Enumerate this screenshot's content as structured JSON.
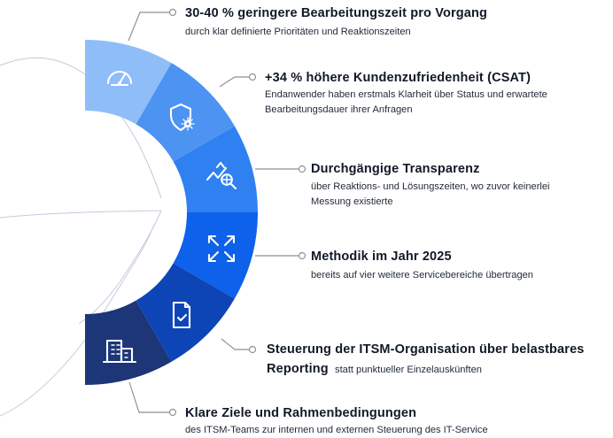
{
  "diagram": {
    "colors": {
      "segments": [
        "#8fbdf8",
        "#4c93f2",
        "#2f80f0",
        "#0d61ea",
        "#0d45b6",
        "#1c3677"
      ],
      "text": "#111827",
      "connector": "#8b8f98",
      "background_lines": "#b8c2d8"
    },
    "segments": [
      {
        "icon": "speedometer-icon",
        "title": "30-40 % geringere Bearbeitungszeit pro Vorgang",
        "description": "durch klar definierte Prioritäten und Reaktionszeiten"
      },
      {
        "icon": "shield-gear-icon",
        "title": "+34 % höhere Kundenzufriedenheit (CSAT)",
        "description_line1": "Endanwender haben erstmals Klarheit über Status und erwartete",
        "description_line2": "Bearbeitungsdauer ihrer Anfragen"
      },
      {
        "icon": "chart-search-icon",
        "title": "Durchgängige Transparenz",
        "description_line1": "über Reaktions- und Lösungszeiten, wo zuvor keinerlei",
        "description_line2": "Messung existierte"
      },
      {
        "icon": "expand-arrows-icon",
        "title": "Methodik im Jahr 2025",
        "description": "bereits auf vier weitere Servicebereiche übertragen"
      },
      {
        "icon": "document-check-icon",
        "title_line1": "Steuerung der ITSM-Organisation über belastbares",
        "title_line2": "Reporting",
        "inline_description": "statt punktueller Einzelauskünften"
      },
      {
        "icon": "building-icon",
        "title": "Klare Ziele und Rahmenbedingungen",
        "description": "des ITSM-Teams zur internen und externen Steuerung des IT-Service"
      }
    ]
  }
}
